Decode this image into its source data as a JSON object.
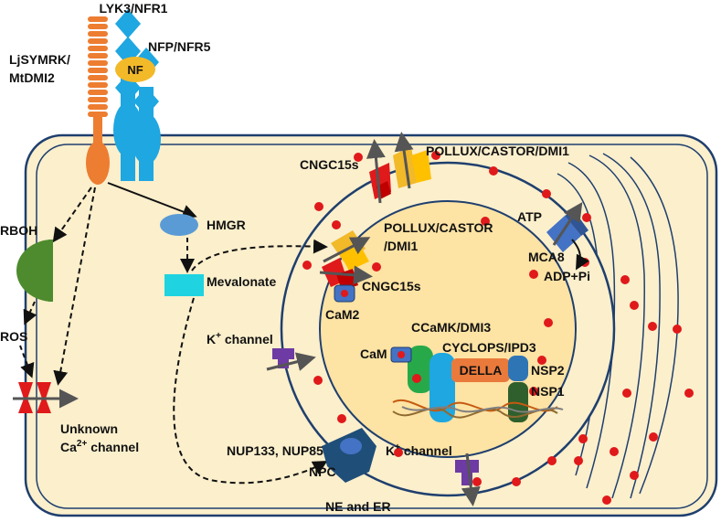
{
  "labels": {
    "lyk3": "LYK3/NFR1",
    "nfp": "NFP/NFR5",
    "nf": "NF",
    "symrk_1": "LjSYMRK/",
    "symrk_2": "MtDMI2",
    "rboh": "RBOH",
    "ros": "ROS",
    "unknown_1": "Unknown",
    "unknown_2": "Ca",
    "unknown_sup": "2+",
    "unknown_3": " channel",
    "hmgr": "HMGR",
    "mevalonate": "Mevalonate",
    "kchannel_left_k": "K",
    "kchannel_left_sup": "+",
    "kchannel_left_rest": " channel",
    "kchannel_bottom_k": "K",
    "kchannel_bottom_sup": "+",
    "kchannel_bottom_rest": " channel",
    "nup": "NUP133, NUP85",
    "npc": "NPC",
    "ne_er": "NE and ER",
    "cngc_outer": "CNGC15s",
    "pollux_outer": "POLLUX/CASTOR/DMI1",
    "pollux_inner_1": "POLLUX/CASTOR",
    "pollux_inner_2": "/DMI1",
    "cngc_inner": "CNGC15s",
    "cam2": "CaM2",
    "atp": "ATP",
    "mca8": "MCA8",
    "adp": "ADP+Pi",
    "ccamk": "CCaMK/DMI3",
    "cyclops": "CYCLOPS/IPD3",
    "cam": "CaM",
    "della": "DELLA",
    "nsp2": "NSP2",
    "nsp1": "NSP1"
  },
  "colors": {
    "cytoplasm": "#fbefcc",
    "nucleus": "#fde3a4",
    "membrane": "#1f3f6e",
    "calcium": "#e0191b",
    "receptor": "#1ea7e1",
    "symrk": "#ed7d31",
    "nf": "#f2b929",
    "rboh": "#4e8b2e",
    "hmgr": "#5b9bd5",
    "mevalonate": "#1fd3e0",
    "kchannel": "#6e3aa3",
    "npc": "#1f4e79",
    "della": "#ea7a3b",
    "ccamk": "#27a94a",
    "nsp1": "#2f5f2c"
  }
}
